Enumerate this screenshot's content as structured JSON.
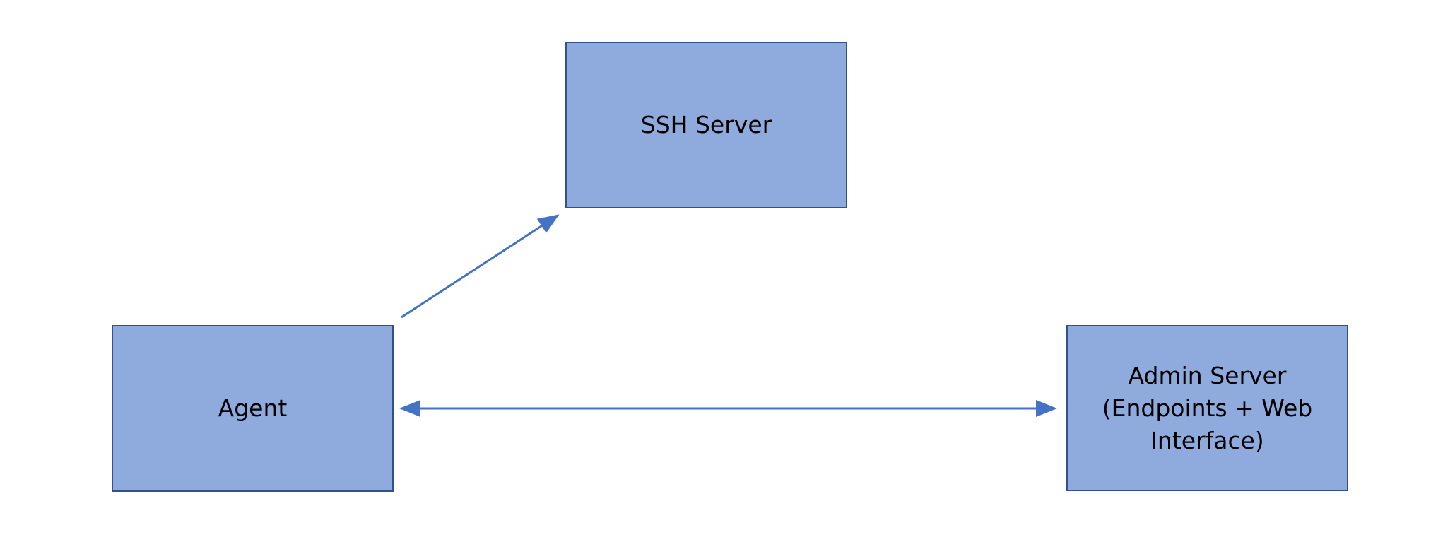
{
  "diagram": {
    "nodes": {
      "ssh_server": {
        "label": "SSH Server"
      },
      "agent": {
        "label": "Agent"
      },
      "admin_server": {
        "label_lines": [
          "Admin Server",
          "(Endpoints + Web",
          "Interface)"
        ]
      }
    },
    "edges": [
      {
        "from": "agent",
        "to": "ssh_server",
        "direction": "one-way"
      },
      {
        "from": "agent",
        "to": "admin_server",
        "direction": "two-way"
      }
    ],
    "colors": {
      "node_fill": "#8faadc",
      "node_border": "#2f528f",
      "connector": "#4472c4",
      "background": "#ffffff"
    }
  }
}
